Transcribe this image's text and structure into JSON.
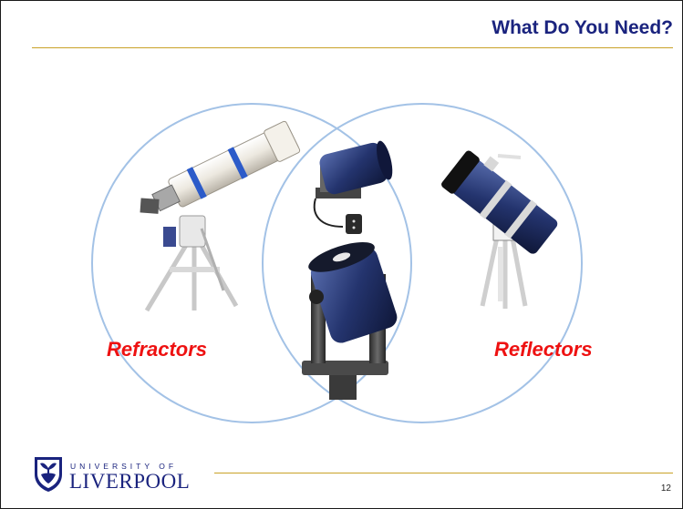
{
  "slide": {
    "title": "What Do You Need?",
    "page_number": "12"
  },
  "venn": {
    "left_label": "Refractors",
    "right_label": "Reflectors",
    "circle_color": "#a3c2e6",
    "label_color": "#ee1111",
    "images": [
      "refractor-telescope",
      "compact-catadioptric-telescope",
      "schmidt-cassegrain-telescope",
      "newtonian-reflector-telescope"
    ]
  },
  "footer": {
    "logo_top": "UNIVERSITY OF",
    "logo_main": "LIVERPOOL"
  },
  "colors": {
    "title": "#1a237e",
    "rule": "#c9a227"
  }
}
